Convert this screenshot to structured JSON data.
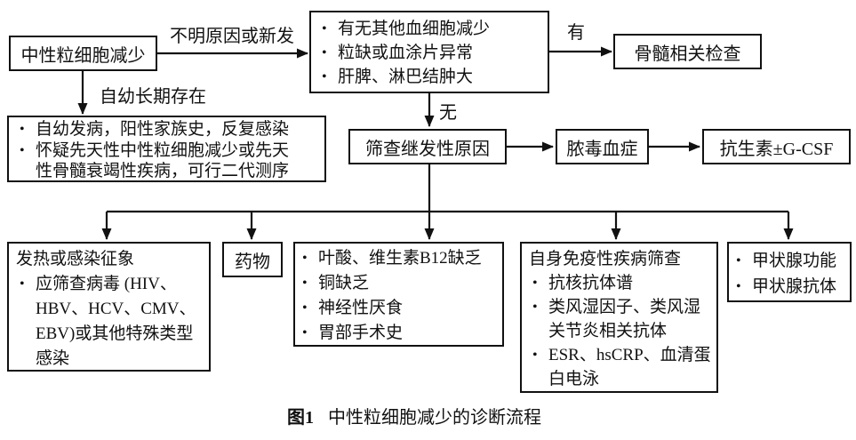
{
  "flowchart": {
    "boxes": {
      "start": {
        "label": "中性粒细胞减少"
      },
      "initial_eval": {
        "items": [
          "有无其他血细胞减少",
          "粒缺或血涂片异常",
          "肝脾、淋巴结肿大"
        ]
      },
      "bone_marrow": {
        "label": "骨髓相关检查"
      },
      "congenital": {
        "items": [
          "自幼发病，阳性家族史，反复感染",
          "怀疑先天性中性粒细胞减少或先天性骨髓衰竭性疾病，可行二代测序"
        ]
      },
      "secondary_screen": {
        "label": "筛查继发性原因"
      },
      "sepsis": {
        "label": "脓毒血症"
      },
      "antibiotics": {
        "label": "抗生素±G-CSF"
      },
      "infection": {
        "title": "发热或感染征象",
        "items": [
          "应筛查病毒 (HIV、HBV、HCV、CMV、EBV)或其他特殊类型感染"
        ]
      },
      "drugs": {
        "label": "药物"
      },
      "nutrition": {
        "items": [
          "叶酸、维生素B12缺乏",
          "铜缺乏",
          "神经性厌食",
          "胃部手术史"
        ]
      },
      "autoimmune": {
        "title": "自身免疫性疾病筛查",
        "items": [
          "抗核抗体谱",
          "类风湿因子、类风湿关节炎相关抗体",
          "ESR、hsCRP、血清蛋白电泳"
        ]
      },
      "thyroid": {
        "items": [
          "甲状腺功能",
          "甲状腺抗体"
        ]
      }
    },
    "edge_labels": {
      "unknown_or_new": "不明原因或新发",
      "since_childhood": "自幼长期存在",
      "yes": "有",
      "no": "无"
    },
    "line_color": "#111111",
    "background_color": "#ffffff"
  },
  "caption": {
    "label": "图1",
    "title": "中性粒细胞减少的诊断流程"
  }
}
